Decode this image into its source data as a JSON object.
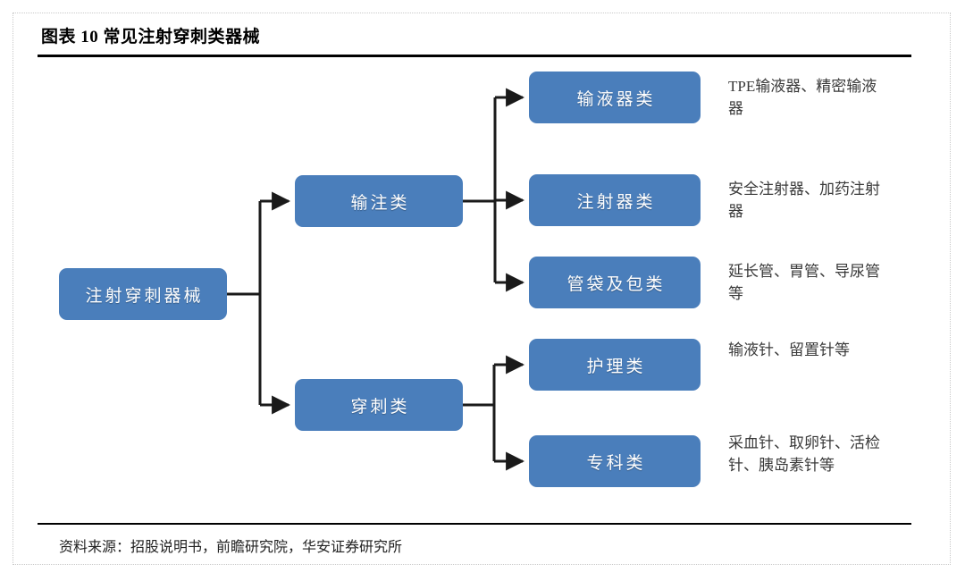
{
  "figure": {
    "label": "图表",
    "number": "10",
    "title": "常见注射穿刺类器械",
    "title_full": "图表 10 常见注射穿刺类器械",
    "source": "资料来源：招股说明书，前瞻研究院，华安证券研究所"
  },
  "colors": {
    "node_fill": "#4A7EBB",
    "node_text": "#FFFFFF",
    "connector": "#1A1A1A",
    "rule": "#000000",
    "frame_border": "#C9C9C9",
    "annotation_text": "#3A3A3A"
  },
  "diagram": {
    "type": "tree",
    "orientation": "left-to-right",
    "root": {
      "id": "root",
      "label": "注射穿刺器械"
    },
    "level2": [
      {
        "id": "l2-0",
        "label": "输注类"
      },
      {
        "id": "l2-1",
        "label": "穿刺类"
      }
    ],
    "level3": [
      {
        "id": "l3-0",
        "label": "输液器类",
        "parent": "l2-0",
        "examples": "TPE输液器、精密输液器"
      },
      {
        "id": "l3-1",
        "label": "注射器类",
        "parent": "l2-0",
        "examples": "安全注射器、加药注射器"
      },
      {
        "id": "l3-2",
        "label": "管袋及包类",
        "parent": "l2-0",
        "examples": "延长管、胃管、导尿管等"
      },
      {
        "id": "l3-3",
        "label": "护理类",
        "parent": "l2-1",
        "examples": "输液针、留置针等"
      },
      {
        "id": "l3-4",
        "label": "专科类",
        "parent": "l2-1",
        "examples": "采血针、取卵针、活检针、胰岛素针等"
      }
    ]
  }
}
